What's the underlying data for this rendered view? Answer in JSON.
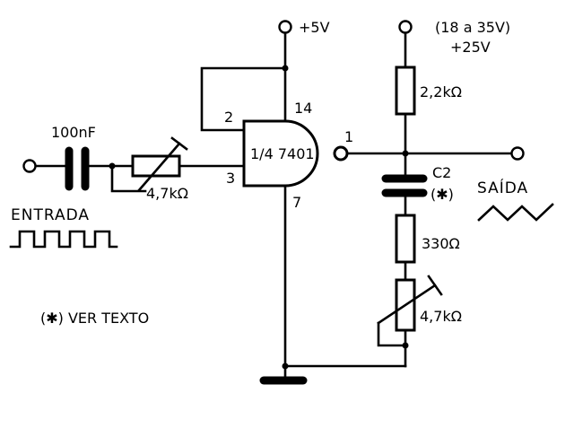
{
  "supply": {
    "vcc": "+5V",
    "range": "(18 a 35V)",
    "voltage": "+25V"
  },
  "gate": {
    "label": "1/4 7401",
    "pins": [
      "2",
      "3",
      "14",
      "7",
      "1"
    ]
  },
  "components": {
    "input_cap": "100nF",
    "input_pot": "4,7kΩ",
    "r_load": "2,2kΩ",
    "cap": "C2",
    "cap_note": "(✱)",
    "r_series": "330Ω",
    "output_pot": "4,7kΩ"
  },
  "labels": {
    "input": "ENTRADA",
    "output": "SAÍDA",
    "note": "(✱) VER TEXTO"
  }
}
